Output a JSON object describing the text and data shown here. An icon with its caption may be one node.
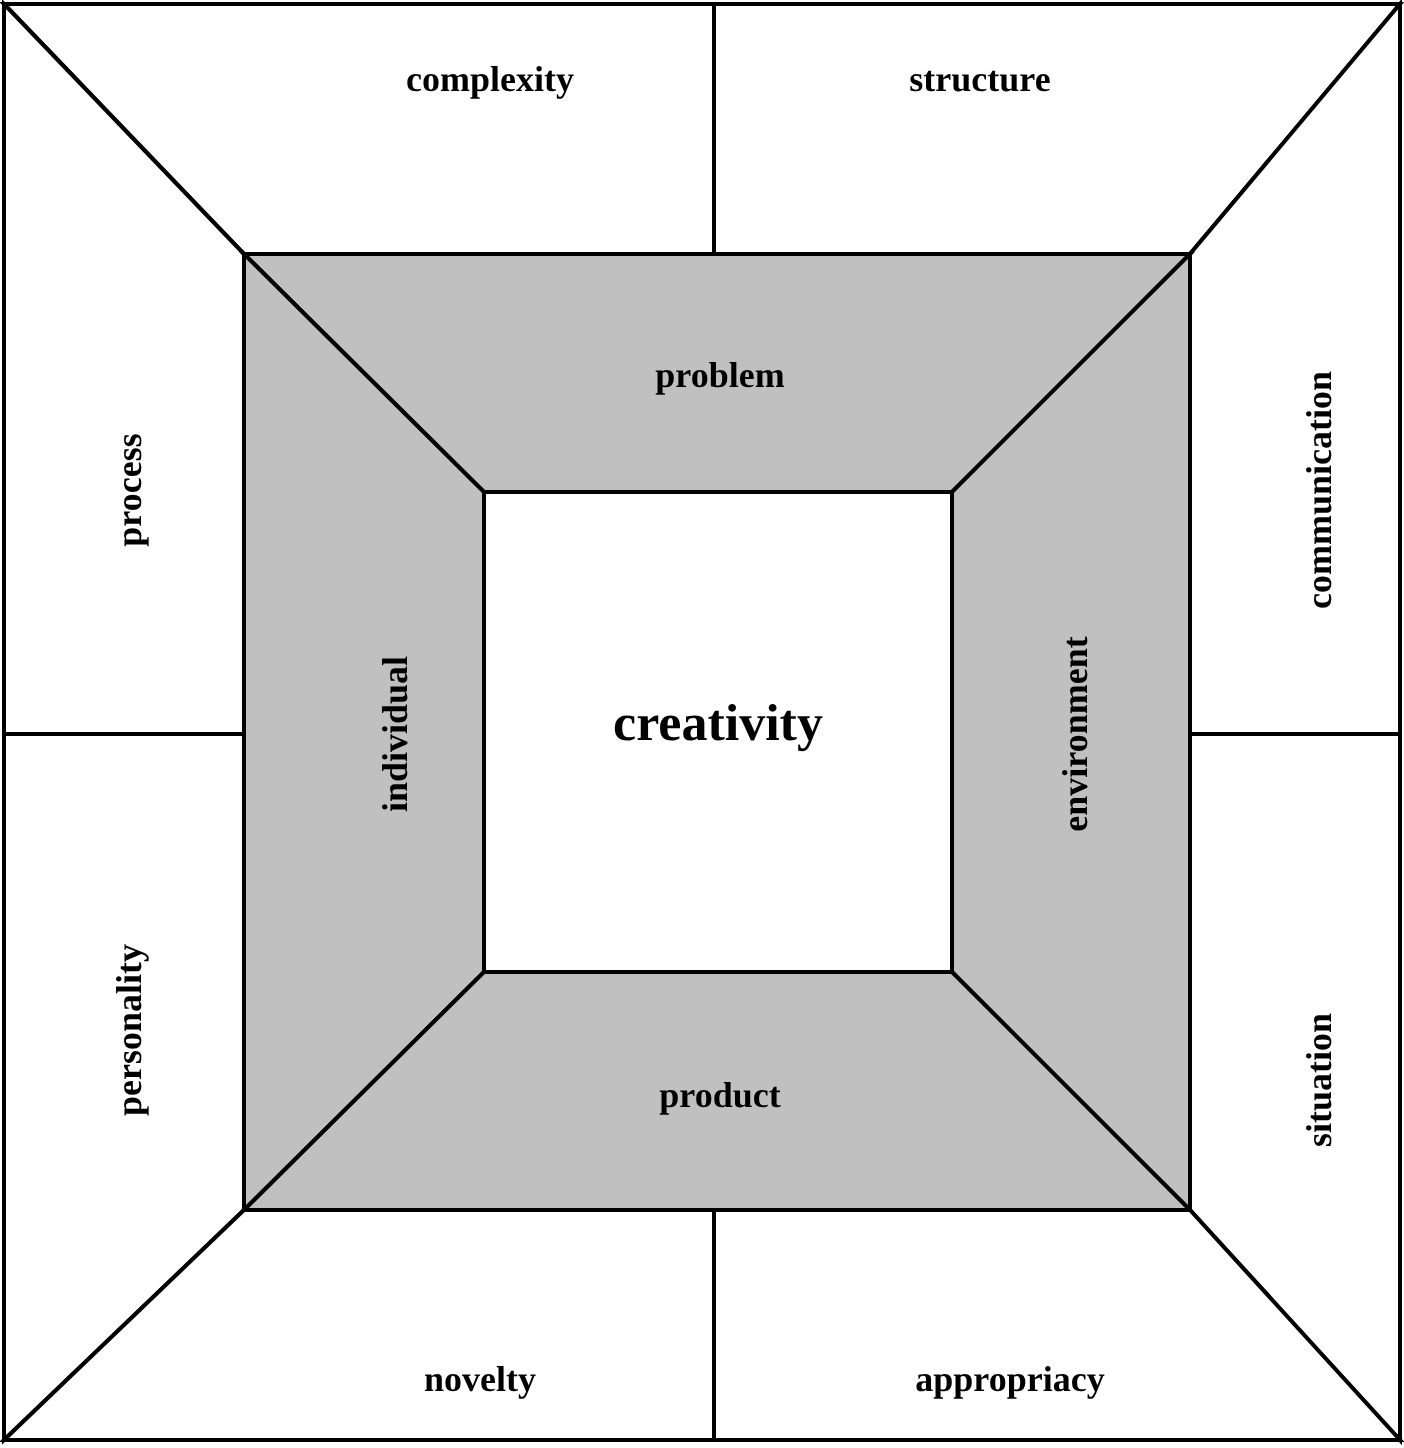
{
  "diagram": {
    "nodes": [
      {
        "text": [
          "complexity"
        ]
      },
      {
        "text": [
          "structure"
        ]
      },
      {
        "text": [
          "process"
        ]
      },
      {
        "text": [
          "communication"
        ]
      },
      {
        "text": [
          "problem"
        ]
      },
      {
        "text": [
          "individual"
        ]
      },
      {
        "text": [
          "creativity"
        ]
      },
      {
        "text": [
          "environment"
        ]
      },
      {
        "text": [
          "product"
        ]
      },
      {
        "text": [
          "personality"
        ]
      },
      {
        "text": [
          "situation"
        ]
      },
      {
        "text": [
          "novelty"
        ]
      },
      {
        "text": [
          "appropriacy"
        ]
      }
    ]
  }
}
